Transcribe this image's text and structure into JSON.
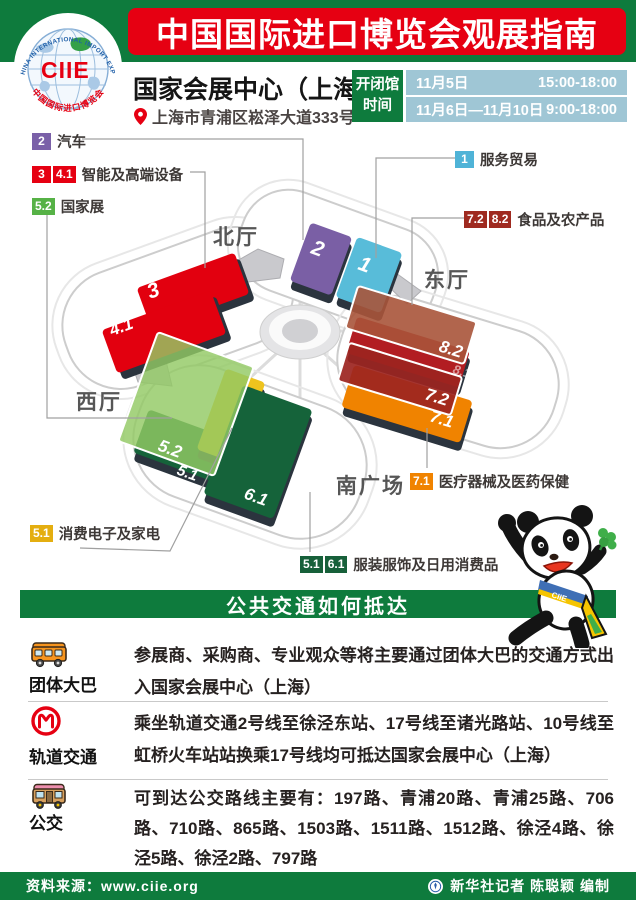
{
  "header": {
    "title": "中国国际进口博览会观展指南",
    "logo": {
      "ciie": "CIIE",
      "arc_top": "CHINA INTERNATIONAL IMPORT EXPO",
      "arc_bottom": "中国国际进口博览会"
    },
    "venue": "国家会展中心（上海）",
    "address": "上海市青浦区崧泽大道333号",
    "hours_label_top": "开闭馆",
    "hours_label_bottom": "时间",
    "hours": [
      {
        "date": "11月5日",
        "time": "15:00-18:00"
      },
      {
        "date": "11月6日—11月10日",
        "time": "9:00-18:00"
      }
    ]
  },
  "map": {
    "area_labels": {
      "north": "北厅",
      "east": "东厅",
      "west": "西厅",
      "south": "南广场"
    },
    "halls": {
      "h1": "1",
      "h2": "2",
      "h3": "3",
      "h41": "4.1",
      "h51": "5.1",
      "h52": "5.2",
      "h61": "6.1",
      "h71": "7.1",
      "h72": "7.2",
      "h81": "8.1",
      "h82": "8.2"
    },
    "legend": [
      {
        "badges": [
          "2"
        ],
        "label": "汽车"
      },
      {
        "badges": [
          "3",
          "4.1"
        ],
        "label": "智能及高端设备"
      },
      {
        "badges": [
          "5.2"
        ],
        "label": "国家展"
      },
      {
        "badges": [
          "1"
        ],
        "label": "服务贸易"
      },
      {
        "badges": [
          "7.2",
          "8.2"
        ],
        "label": "食品及农产品"
      },
      {
        "badges": [
          "7.1"
        ],
        "label": "医疗器械及医药保健"
      },
      {
        "badges": [
          "5.1"
        ],
        "label": "消费电子及家电"
      },
      {
        "badges": [
          "5.1",
          "6.1"
        ],
        "label": "服装服饰及日用消费品"
      }
    ]
  },
  "transport": {
    "title": "公共交通如何抵达",
    "rows": [
      {
        "icon": "coach-bus-icon",
        "label": "团体大巴",
        "text": "参展商、采购商、专业观众等将主要通过团体大巴的交通方式出入国家会展中心（上海）"
      },
      {
        "icon": "shanghai-metro-icon",
        "label": "轨道交通",
        "text": "乘坐轨道交通2号线至徐泾东站、17号线至诸光路站、10号线至虹桥火车站站换乘17号线均可抵达国家会展中心（上海）"
      },
      {
        "icon": "city-bus-icon",
        "label": "公交",
        "text": "可到达公交路线主要有：197路、青浦20路、青浦25路、706路、710路、865路、1503路、1511路、1512路、徐泾4路、徐泾5路、徐泾2路、797路"
      }
    ]
  },
  "footer": {
    "source": "资料来源：www.ciie.org",
    "credit": "新华社记者 陈聪颖 编制"
  },
  "colors": {
    "brand_green": "#0e7b3d",
    "brand_red": "#e60012",
    "table_blue": "#9fc6d5",
    "hall_purple": "#7a5fa5",
    "hall_blue": "#58bcd9",
    "hall_red": "#e2000f",
    "hall_darkred": "#9c241f",
    "hall_brownred": "#a9543a",
    "hall_orange": "#f08300",
    "hall_yellow": "#eec31e",
    "hall_darkgreen": "#15633a",
    "hall_lightgreen": "#93c964"
  }
}
